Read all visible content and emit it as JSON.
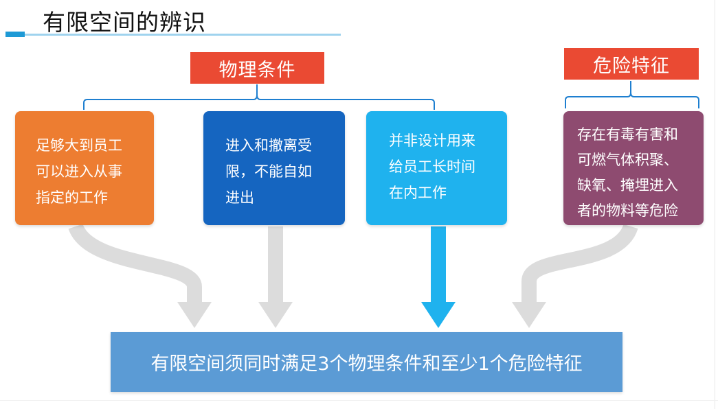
{
  "title": "有限空间的辨识",
  "labels": {
    "physical": "物理条件",
    "danger": "危险特征"
  },
  "cards": [
    {
      "lines": [
        "足够大到员工",
        "可以进入从事",
        "指定的工作"
      ],
      "color": "#ed7d31"
    },
    {
      "lines": [
        "进入和撤离受",
        "限，不能自如",
        "进出"
      ],
      "color": "#1565c0"
    },
    {
      "lines": [
        "并非设计用来",
        "给员工长时间",
        "在内工作"
      ],
      "color": "#1fb2ee"
    },
    {
      "lines": [
        "存在有毒有害和",
        "可燃气体积聚、",
        "缺氧、掩埋进入",
        "者的物料等危险"
      ],
      "color": "#8e4b70"
    }
  ],
  "summary": "有限空间须同时满足3个物理条件和至少1个危险特征",
  "colors": {
    "accent_blue": "#1e9ad6",
    "label_red": "#ea4a33",
    "summary_blue": "#5b9bd5",
    "arrow_grey": "#dcdcdc",
    "arrow_blue": "#1fb2ee"
  }
}
